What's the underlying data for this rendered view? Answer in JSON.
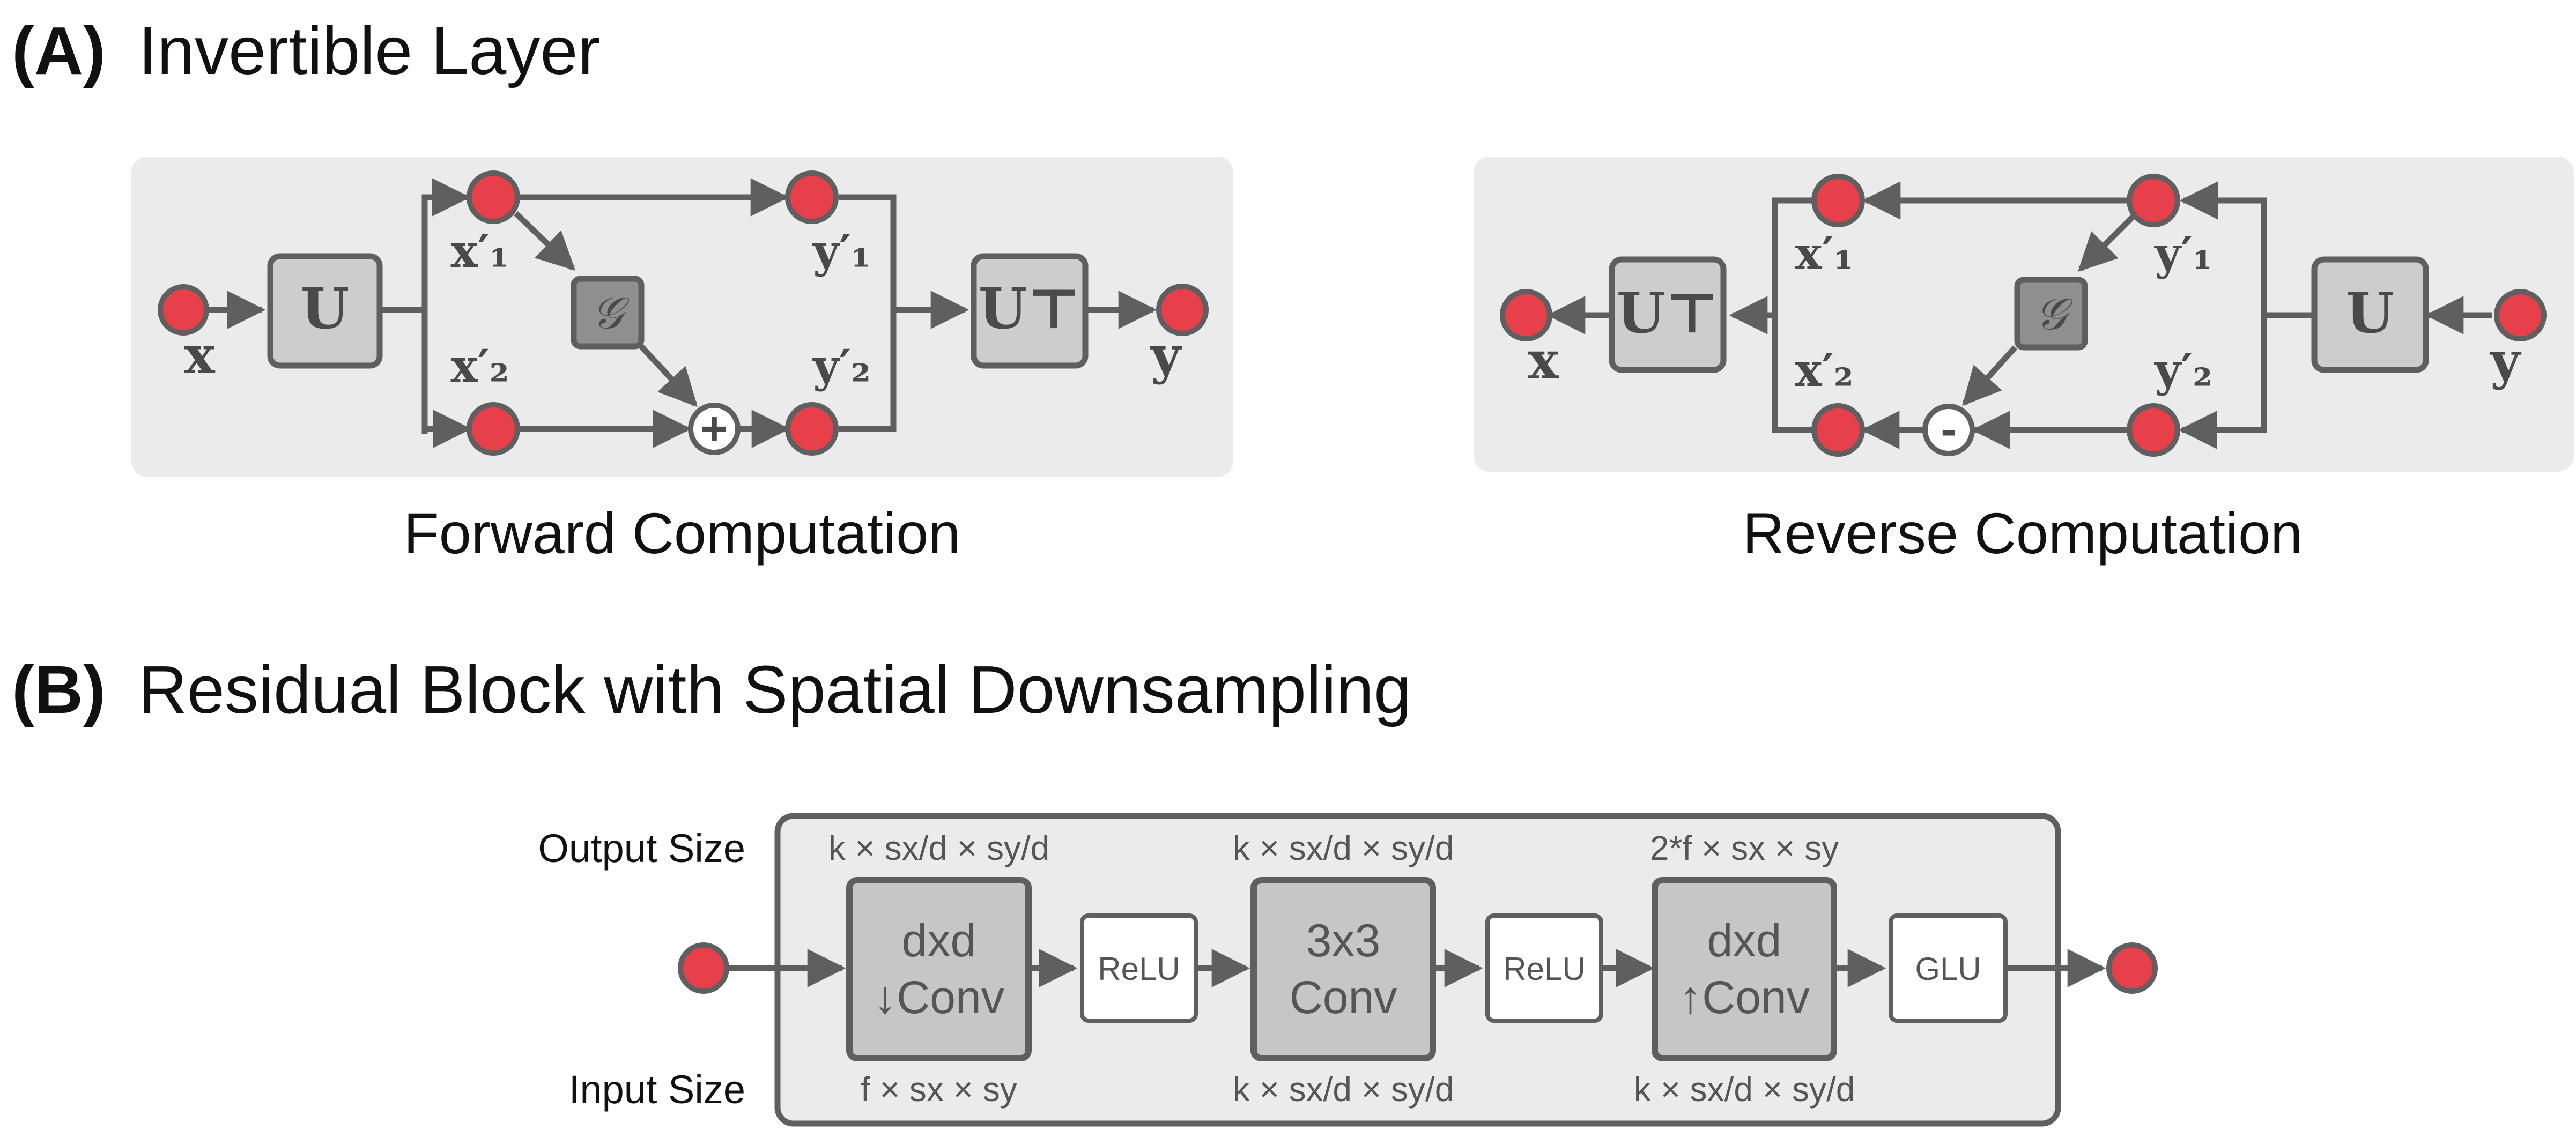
{
  "panel_a": {
    "letter": "(A)",
    "title": "Invertible Layer",
    "forward": {
      "caption": "Forward Computation",
      "x": "x",
      "y": "y",
      "x1": "x′₁",
      "x2": "x′₂",
      "y1": "y′₁",
      "y2": "y′₂",
      "u": "U",
      "ut": "U⊤",
      "g": "𝒢",
      "op": "+"
    },
    "reverse": {
      "caption": "Reverse Computation",
      "x": "x",
      "y": "y",
      "x1": "x′₁",
      "x2": "x′₂",
      "y1": "y′₁",
      "y2": "y′₂",
      "u": "U",
      "ut": "U⊤",
      "g": "𝒢",
      "op": "-"
    }
  },
  "panel_b": {
    "letter": "(B)",
    "title": "Residual Block with Spatial Downsampling",
    "output_size_label": "Output Size",
    "input_size_label": "Input Size",
    "blocks": [
      {
        "line1": "dxd",
        "line2": "↓Conv",
        "output_size": "k × sx/d × sy/d",
        "input_size": "f × sx × sy"
      },
      {
        "line1": "ReLU"
      },
      {
        "line1": "3x3",
        "line2": "Conv",
        "output_size": "k × sx/d × sy/d",
        "input_size": "k × sx/d × sy/d"
      },
      {
        "line1": "ReLU"
      },
      {
        "line1": "dxd",
        "line2": "↑Conv",
        "output_size": "2*f × sx × sy",
        "input_size": "k × sx/d × sy/d"
      },
      {
        "line1": "GLU"
      }
    ]
  },
  "colors": {
    "node_fill": "#e8404b",
    "stroke": "#5f5f5f",
    "panel_bg": "#ebebeb",
    "box_fill": "#cdcdcd",
    "g_box_fill": "#8f8f8f"
  }
}
